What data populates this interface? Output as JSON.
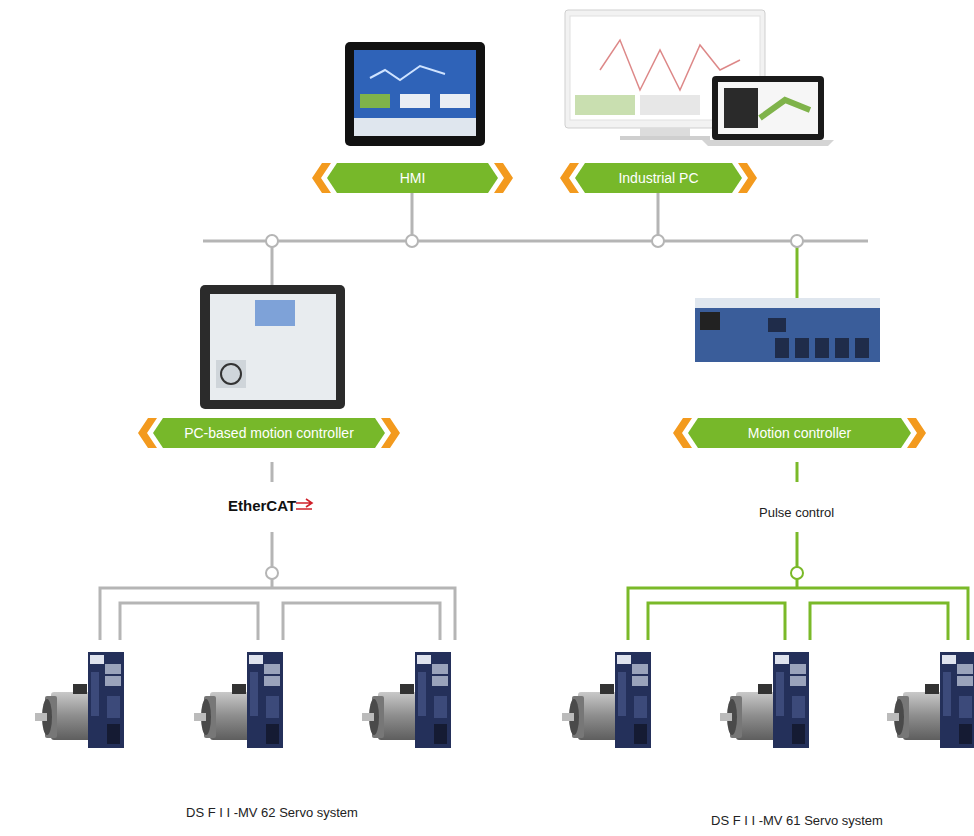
{
  "diagram": {
    "nodes": [
      {
        "text": [
          "HMI"
        ]
      },
      {
        "text": [
          "Industrial PC"
        ]
      },
      {
        "text": [
          "PC-based motion controller"
        ]
      },
      {
        "text": [
          "Motion controller"
        ]
      }
    ],
    "labels": [
      "EtherCAT",
      "Pulse control",
      "DS F I I -MV 62 Servo system",
      "DS F I I -MV 61 Servo system"
    ]
  }
}
